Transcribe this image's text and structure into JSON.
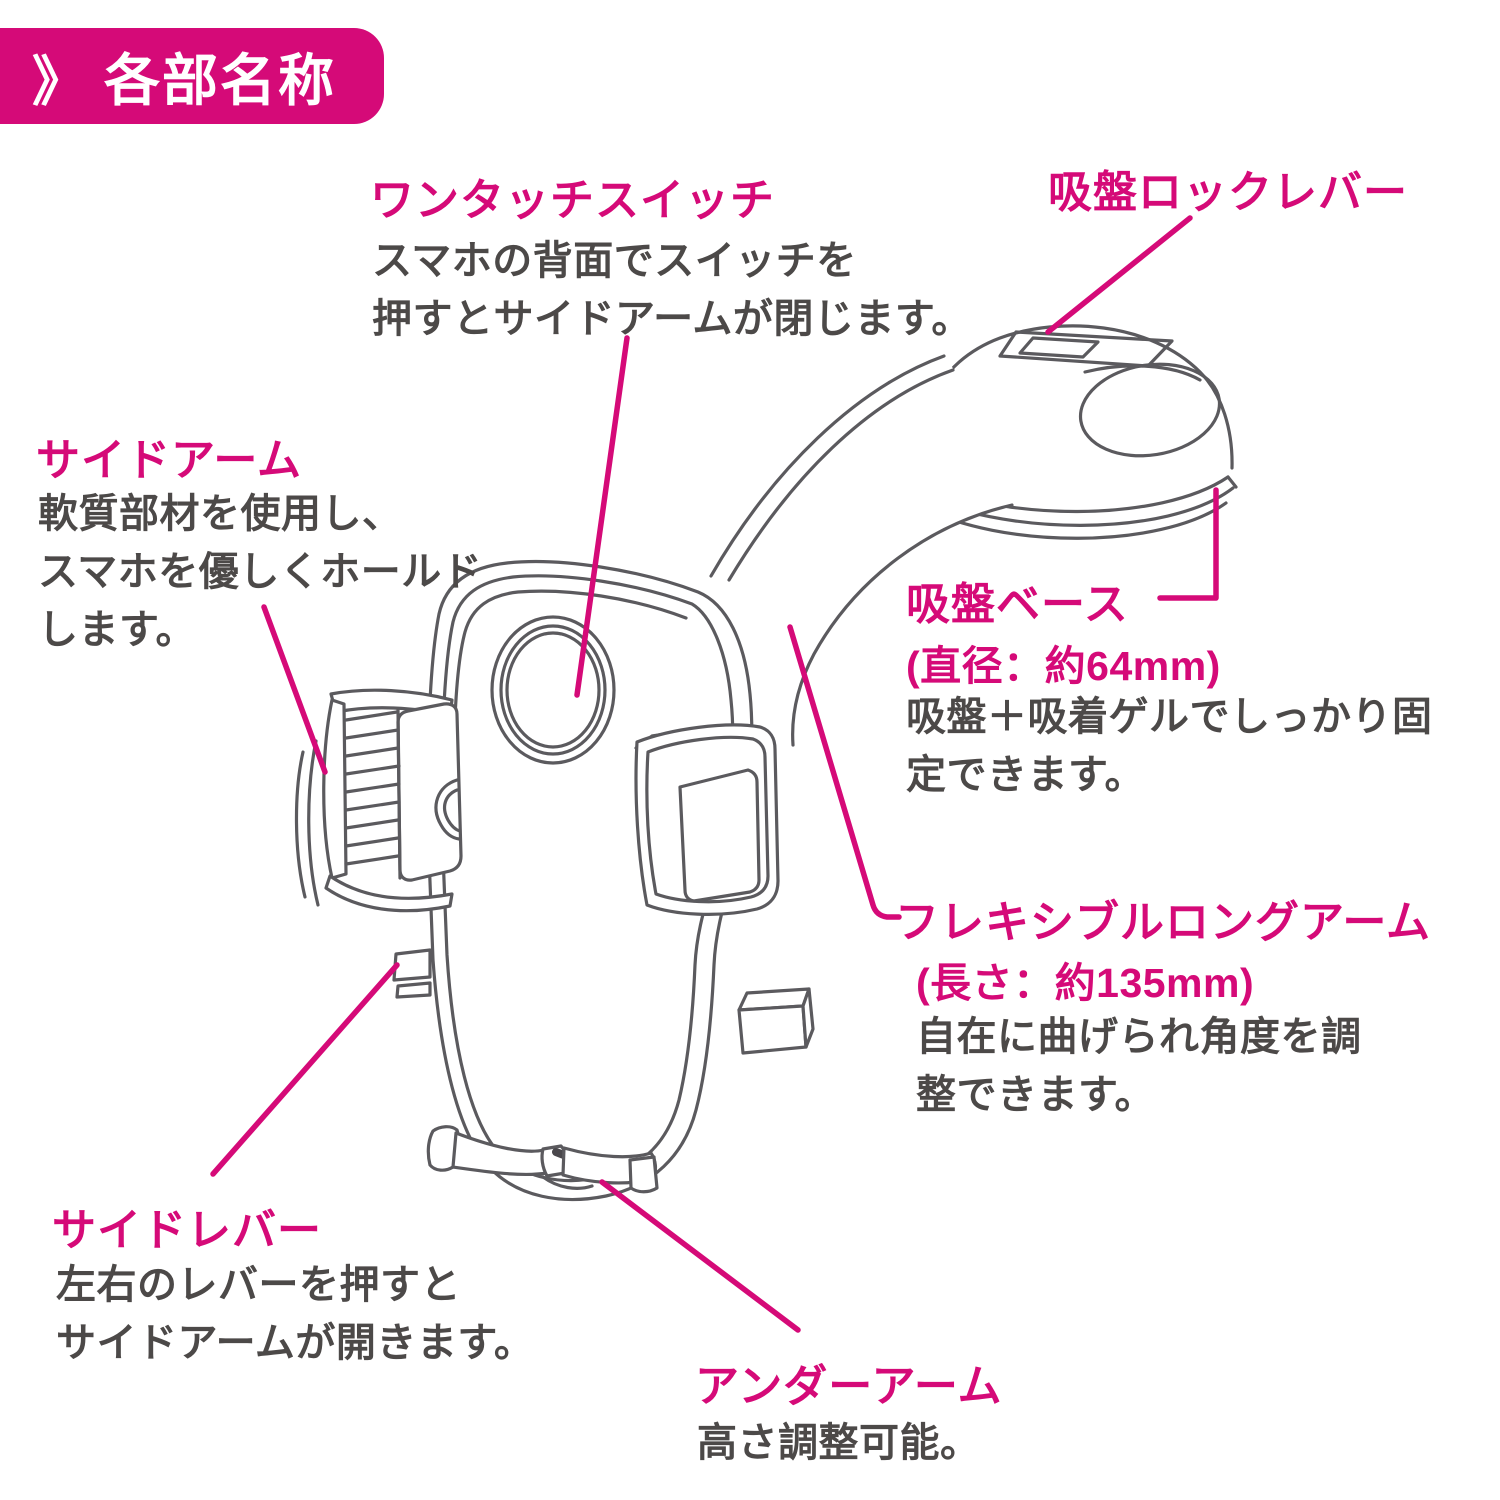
{
  "colors": {
    "accent": "#d50a78",
    "body_text": "#4c4948",
    "line_art": "#5b5a5e",
    "background": "#ffffff"
  },
  "badge": {
    "chevron": "》",
    "label": "各部名称"
  },
  "callouts": {
    "one_touch_switch": {
      "title": "ワンタッチスイッチ",
      "desc1": "スマホの背面でスイッチを",
      "desc2": "押すとサイドアームが閉じます。"
    },
    "suction_lock_lever": {
      "title": "吸盤ロックレバー"
    },
    "side_arm": {
      "title": "サイドアーム",
      "desc1": "軟質部材を使用し、",
      "desc2": "スマホを優しくホールド",
      "desc3": "します。"
    },
    "suction_base": {
      "title": "吸盤ベース",
      "spec": "(直径：約64mm)",
      "desc1": "吸盤＋吸着ゲルでしっかり固",
      "desc2": "定できます。"
    },
    "flexible_long_arm": {
      "title": "フレキシブルロングアーム",
      "spec": "(長さ：約135mm)",
      "desc1": "自在に曲げられ角度を調",
      "desc2": "整できます。"
    },
    "side_lever": {
      "title": "サイドレバー",
      "desc1": "左右のレバーを押すと",
      "desc2": "サイドアームが開きます。"
    },
    "under_arm": {
      "title": "アンダーアーム",
      "desc1": "高さ調整可能。"
    }
  },
  "illustration": {
    "subject": "suction-cup-smartphone-car-mount-line-art"
  }
}
